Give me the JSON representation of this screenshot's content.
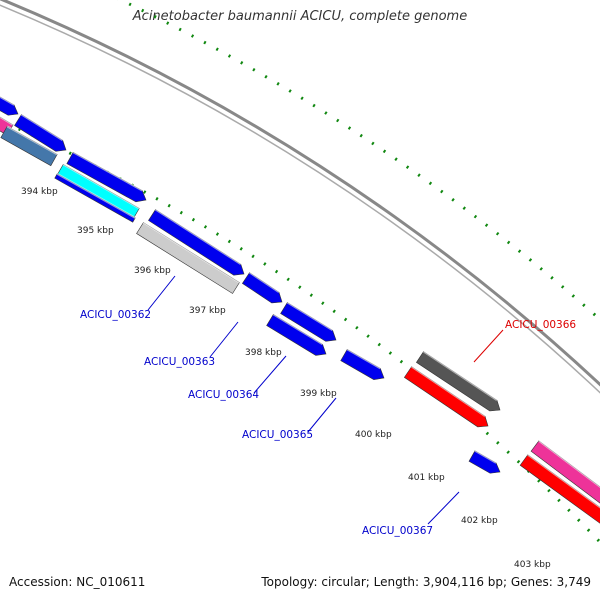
{
  "header": {
    "title": "Acinetobacter baumannii ACICU, complete genome"
  },
  "footer": {
    "accession": "Accession: NC_010611",
    "summary": "Topology: circular; Length: 3,904,116 bp; Genes: 3,749"
  },
  "map": {
    "ticks": [
      "394 kbp",
      "395 kbp",
      "396 kbp",
      "397 kbp",
      "398 kbp",
      "399 kbp",
      "400 kbp",
      "401 kbp",
      "402 kbp",
      "403 kbp"
    ],
    "gene_labels": [
      {
        "id": "ACICU_00362",
        "text": "ACICU_00362",
        "color": "#0000cc"
      },
      {
        "id": "ACICU_00363",
        "text": "ACICU_00363",
        "color": "#0000cc"
      },
      {
        "id": "ACICU_00364",
        "text": "ACICU_00364",
        "color": "#0000cc"
      },
      {
        "id": "ACICU_00365",
        "text": "ACICU_00365",
        "color": "#0000cc"
      },
      {
        "id": "ACICU_00366",
        "text": "ACICU_00366",
        "color": "#dd0000"
      },
      {
        "id": "ACICU_00367",
        "text": "ACICU_00367",
        "color": "#0000cc"
      }
    ]
  },
  "colors": {
    "tick_green": "#118811",
    "backbone": "#888888",
    "blue": "#0000ee",
    "red": "#ff0000",
    "grey": "#555555",
    "light_grey": "#cccccc",
    "cyan": "#00ffff",
    "pink": "#ee3399",
    "steel": "#4477aa"
  }
}
